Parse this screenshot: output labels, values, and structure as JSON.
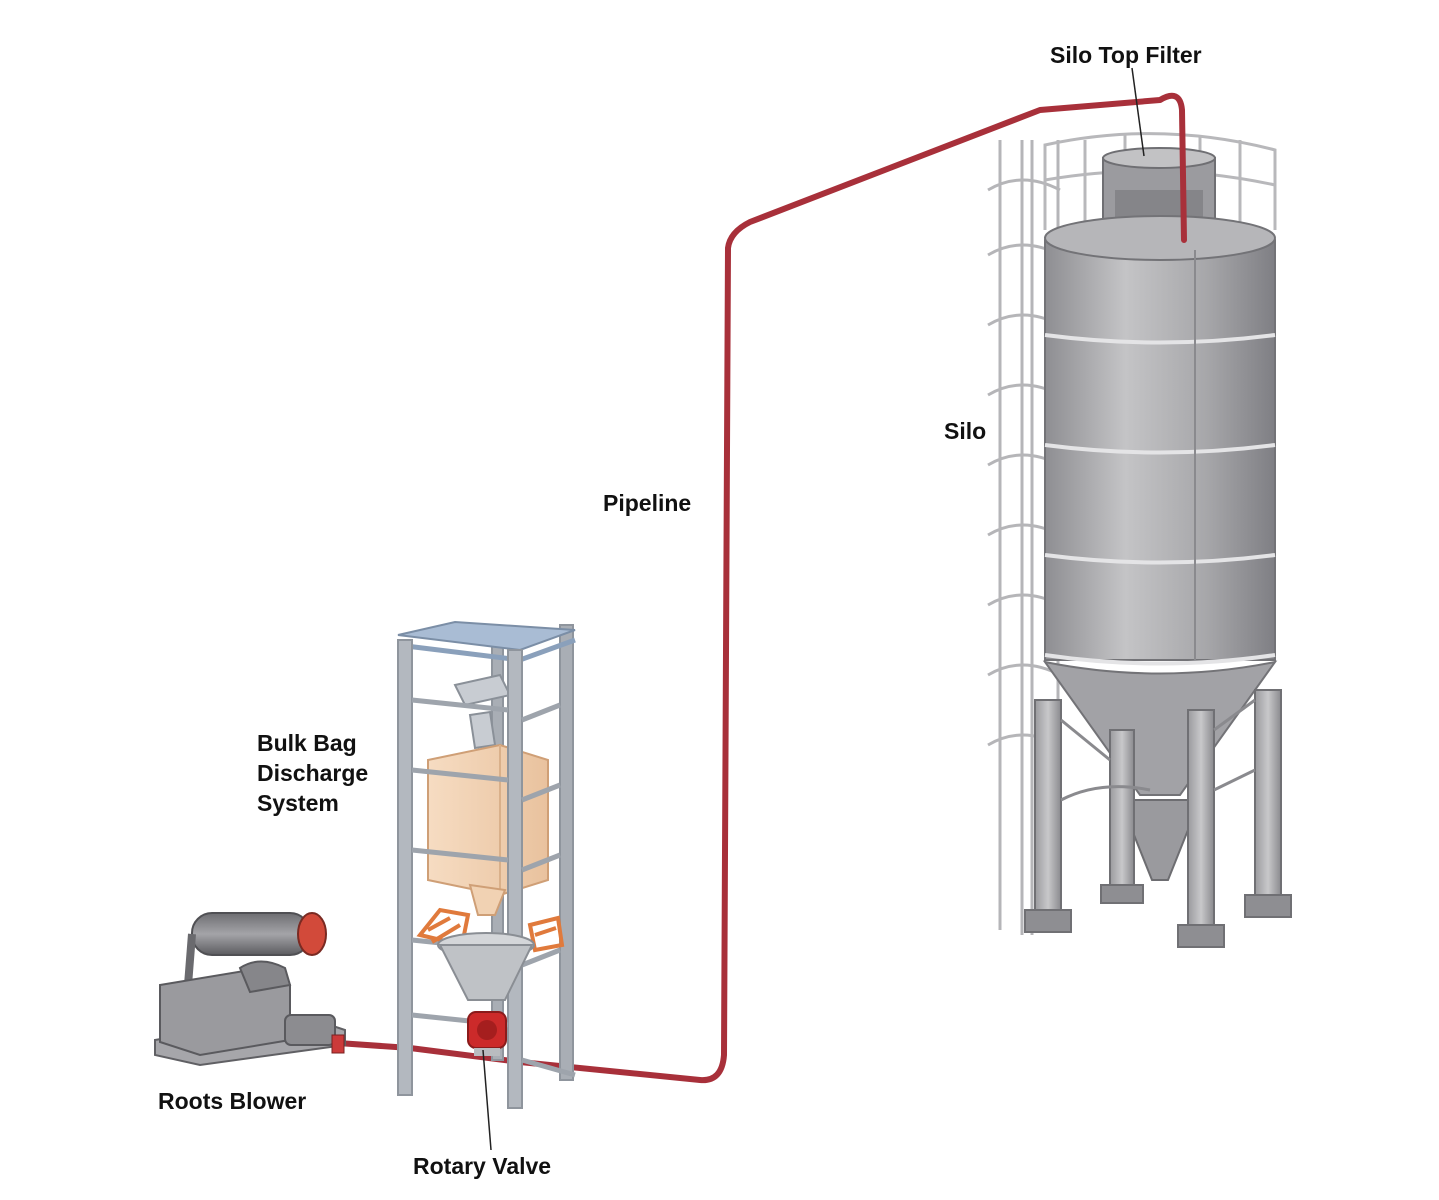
{
  "labels": {
    "silo_top_filter": "Silo Top Filter",
    "silo": "Silo",
    "pipeline": "Pipeline",
    "bulk_bag_line1": "Bulk Bag",
    "bulk_bag_line2": "Discharge",
    "bulk_bag_line3": "System",
    "roots_blower": "Roots Blower",
    "rotary_valve": "Rotary Valve"
  },
  "colors": {
    "pipeline": "#a8303a",
    "silo_body": "#a9a9ab",
    "steel": "#8c8c90",
    "bag": "#f3d0b0",
    "frame": "#9aa0a8",
    "frame_top": "#a9bcd4",
    "guard": "#e07a3c",
    "valve": "#cc2a2a"
  }
}
